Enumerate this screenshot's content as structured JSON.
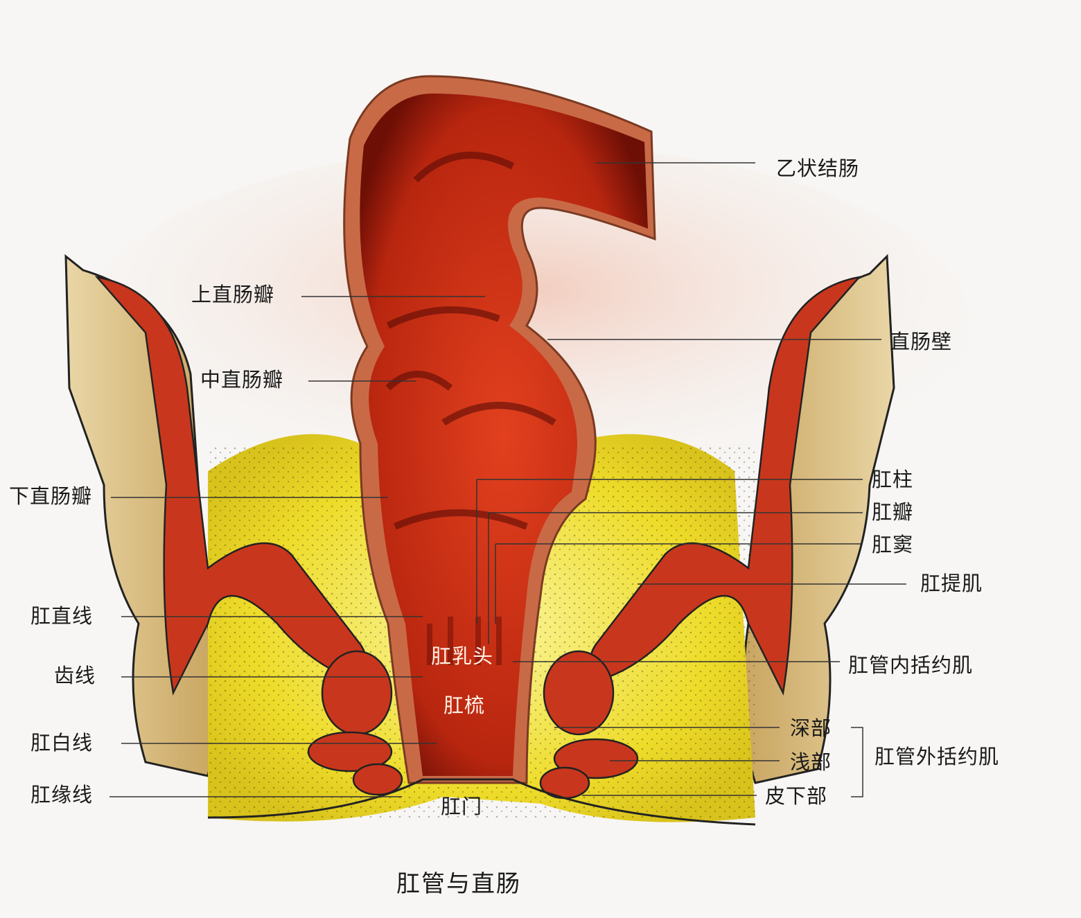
{
  "title": "肛管与直肠",
  "colors": {
    "background": "#f7f6f4",
    "mucosa": "#d8331c",
    "mucosa_dark": "#7a1208",
    "wall": "#c9623f",
    "fat": "#f3e64a",
    "bone": "#d9be7c",
    "muscle": "#c4361e",
    "leader_line": "#333333",
    "label_text": "#1a1a1a"
  },
  "labels_left": [
    {
      "id": "upper-rectal-valve",
      "text": "上直肠瓣"
    },
    {
      "id": "middle-rectal-valve",
      "text": "中直肠瓣"
    },
    {
      "id": "lower-rectal-valve",
      "text": "下直肠瓣"
    },
    {
      "id": "anorectal-line",
      "text": "肛直线"
    },
    {
      "id": "dentate-line",
      "text": "齿线"
    },
    {
      "id": "anal-white-line",
      "text": "肛白线"
    },
    {
      "id": "anal-verge",
      "text": "肛缘线"
    }
  ],
  "labels_right": [
    {
      "id": "sigmoid-colon",
      "text": "乙状结肠"
    },
    {
      "id": "rectal-wall",
      "text": "直肠壁"
    },
    {
      "id": "anal-columns",
      "text": "肛柱"
    },
    {
      "id": "anal-valves",
      "text": "肛瓣"
    },
    {
      "id": "anal-sinus",
      "text": "肛窦"
    },
    {
      "id": "levator-ani",
      "text": "肛提肌"
    },
    {
      "id": "internal-sphincter",
      "text": "肛管内括约肌"
    },
    {
      "id": "deep-part",
      "text": "深部"
    },
    {
      "id": "superficial-part",
      "text": "浅部"
    },
    {
      "id": "subcutaneous-part",
      "text": "皮下部"
    },
    {
      "id": "external-sphincter",
      "text": "肛管外括约肌"
    }
  ],
  "labels_center": [
    {
      "id": "anal-papilla",
      "text": "肛乳头"
    },
    {
      "id": "pecten",
      "text": "肛梳"
    },
    {
      "id": "anus",
      "text": "肛门"
    }
  ]
}
